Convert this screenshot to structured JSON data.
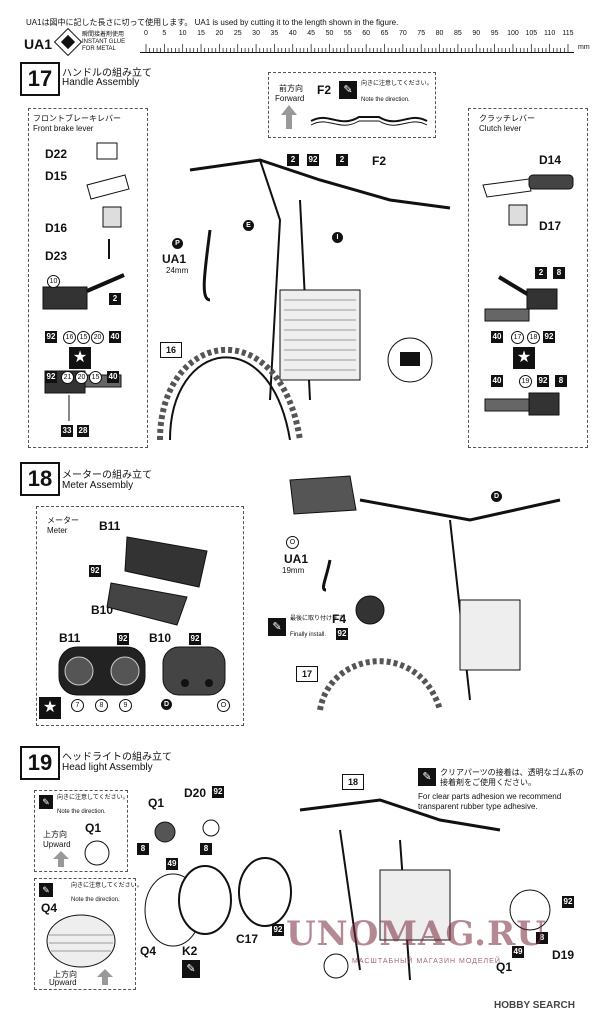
{
  "header": {
    "ua_note_jp": "UA1は図中に記した長さに切って使用します。",
    "ua_note_en": "UA1 is used by cutting it to the length shown in the figure.",
    "ua_code": "UA1",
    "glue_jp": "瞬間接着剤使用",
    "glue_en": "INSTANT GLUE FOR METAL",
    "ruler_ticks": [
      "0",
      "5",
      "10",
      "15",
      "20",
      "25",
      "30",
      "35",
      "40",
      "45",
      "50",
      "55",
      "60",
      "65",
      "70",
      "75",
      "80",
      "85",
      "90",
      "95",
      "100",
      "105",
      "110",
      "115"
    ],
    "ruler_unit": "mm"
  },
  "step17": {
    "number": "17",
    "title_jp": "ハンドルの組み立て",
    "title_en": "Handle Assembly",
    "direction_jp": "前方向",
    "direction_en": "Forward",
    "f2_label": "F2",
    "note_jp": "向きに注意してください。",
    "note_en": "Note the direction.",
    "front_brake_jp": "フロントブレーキレバー",
    "front_brake_en": "Front brake lever",
    "clutch_jp": "クラッチレバー",
    "clutch_en": "Clutch lever",
    "parts_left": [
      "D22",
      "D15",
      "D16",
      "D23"
    ],
    "parts_right": [
      "D14",
      "D17"
    ],
    "ua1_label": "UA1",
    "ua1_length": "24mm",
    "ua1_marker": "P",
    "frame_sheet": "16",
    "callouts_top": [
      "2",
      "92",
      "2",
      "F2"
    ],
    "marker_e": "E",
    "marker_i": "I",
    "left_nums_a": [
      "10",
      "2"
    ],
    "left_nums_b": [
      "92",
      "16",
      "15",
      "20",
      "40"
    ],
    "left_nums_c": [
      "92",
      "21",
      "20",
      "15",
      "40"
    ],
    "left_nums_d": [
      "33",
      "28"
    ],
    "right_nums_a": [
      "2",
      "8"
    ],
    "right_nums_b": [
      "40",
      "17",
      "18",
      "92"
    ],
    "right_nums_c": [
      "40",
      "19",
      "92",
      "8"
    ]
  },
  "step18": {
    "number": "18",
    "title_jp": "メーターの組み立て",
    "title_en": "Meter Assembly",
    "meter_jp": "メーター",
    "meter_en": "Meter",
    "parts": [
      "B11",
      "B10"
    ],
    "callout_92": "92",
    "b11_label": "B11",
    "b10_label": "B10",
    "gauge_nums": [
      "7",
      "8",
      "9"
    ],
    "marker_d": "D",
    "marker_o": "O",
    "ua1_label": "UA1",
    "ua1_length": "19mm",
    "f4_label": "F4",
    "final_jp": "最後に取り付けます。",
    "final_en": "Finally install.",
    "frame_sheet": "17"
  },
  "step19": {
    "number": "19",
    "title_jp": "ヘッドライトの組み立て",
    "title_en": "Head light Assembly",
    "note_jp": "向きに注意してください。",
    "note_en": "Note the direction.",
    "upward_jp": "上方向",
    "upward_en": "Upward",
    "parts": [
      "Q1",
      "D20",
      "Q4",
      "K2",
      "C17"
    ],
    "q1_label": "Q1",
    "q4_label": "Q4",
    "callouts": [
      "92",
      "8",
      "49",
      "8",
      "92"
    ],
    "frame_sheet": "18",
    "clear_jp": "クリアパーツの接着は、透明なゴム系の接着剤をご使用ください。",
    "clear_en": "For clear parts adhesion we recommend transparent rubber type adhesive.",
    "right_parts": [
      "Q1",
      "D19"
    ],
    "right_nums": [
      "92",
      "8",
      "49"
    ]
  },
  "watermark": {
    "main": "UNOMAG.RU",
    "sub": "МАСШТАБНЫЙ МАГАЗИН МОДЕЛЕЙ"
  },
  "footer": {
    "logo": "HOBBY SEARCH"
  },
  "colors": {
    "ink": "#111111",
    "watermark": "#8a3550"
  }
}
